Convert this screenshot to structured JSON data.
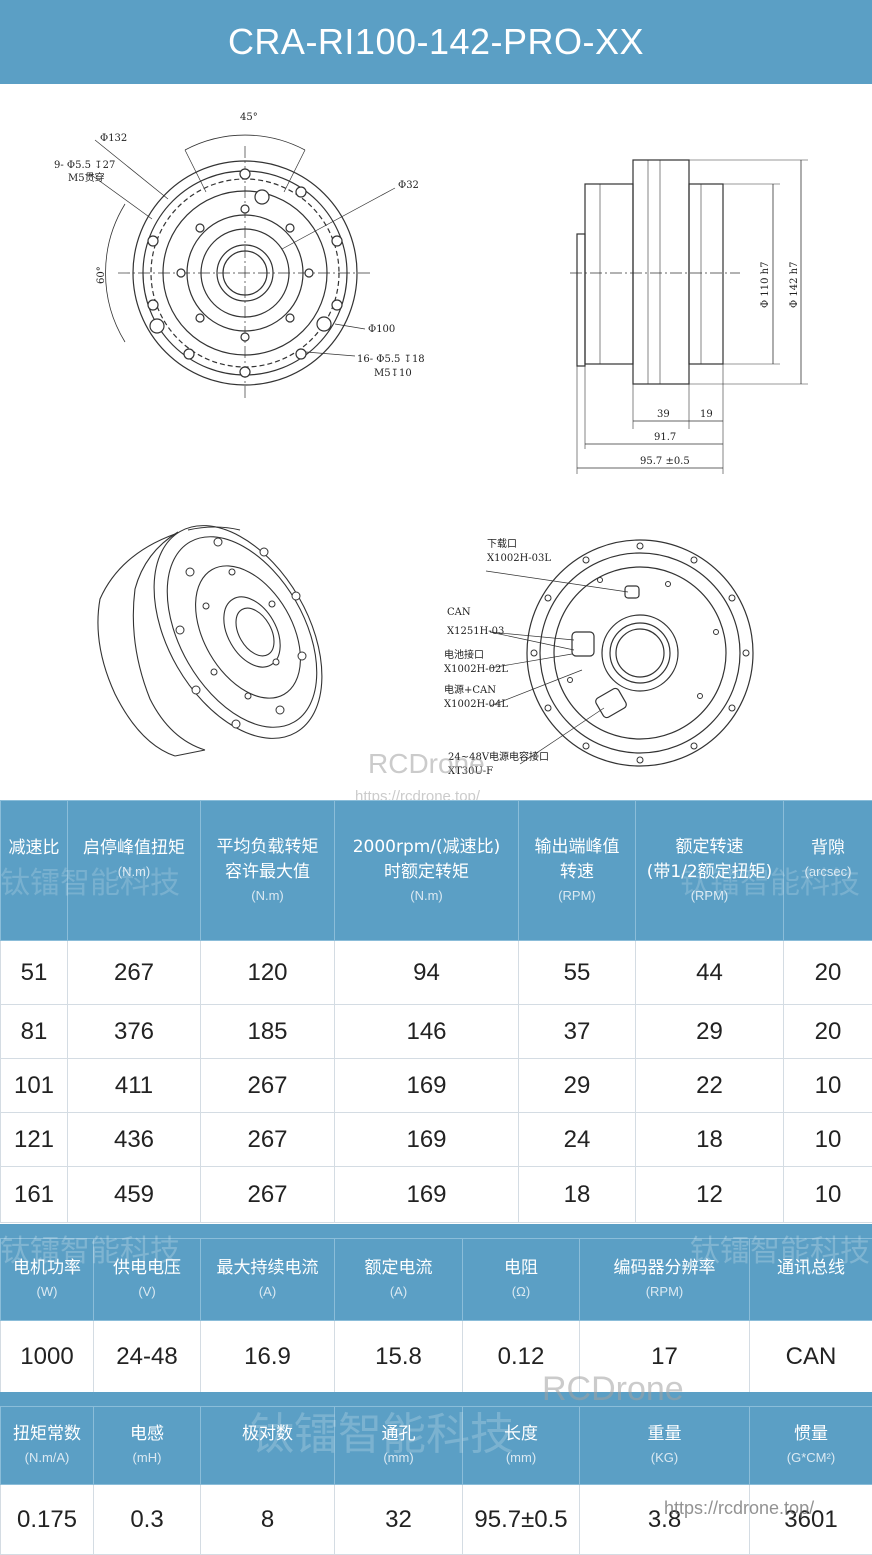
{
  "title": "CRA-RI100-142-PRO-XX",
  "drawing": {
    "front": {
      "d132": "Φ132",
      "holes_outer_1": "9- Φ5.5 ↧27",
      "holes_outer_2": "M5贯穿",
      "angle_top": "45°",
      "d32": "Φ32",
      "angle_left": "60°",
      "d100": "Φ100",
      "holes_inner_1": "16- Φ5.5 ↧18",
      "holes_inner_2": "M5↧10"
    },
    "side": {
      "d110": "Φ 110 h7",
      "d142": "Φ 142 h7",
      "dim39": "39",
      "dim19": "19",
      "dim917": "91.7",
      "dim957": "95.7 ±0.5"
    },
    "rear": {
      "download_1": "下载口",
      "download_2": "X1002H-03L",
      "can_1": "CAN",
      "can_2": "X1251H-03",
      "battery_1": "电池接口",
      "battery_2": "X1002H-02L",
      "power_1": "电源+CAN",
      "power_2": "X1002H-04L",
      "cap_1": "24~48V电源电容接口",
      "cap_2": "XT30U-F"
    }
  },
  "watermarks": {
    "brand": "RCDrone",
    "url": "https://rcdrone.top/",
    "company": "钛镭智能科技"
  },
  "table1": {
    "headers": [
      {
        "zh": "减速比",
        "unit": ""
      },
      {
        "zh": "启停峰值扭矩",
        "unit": "(N.m)"
      },
      {
        "zh": "平均负载转矩",
        "zh2": "容许最大值",
        "unit": "(N.m)"
      },
      {
        "zh": "2000rpm/(减速比)",
        "zh2": "时额定转矩",
        "unit": "(N.m)"
      },
      {
        "zh": "输出端峰值",
        "zh2": "转速",
        "unit": "(RPM)"
      },
      {
        "zh": "额定转速",
        "zh2": "(带1/2额定扭矩)",
        "unit": "(RPM)"
      },
      {
        "zh": "背隙",
        "unit": "(arcsec)"
      }
    ],
    "rows": [
      [
        "51",
        "267",
        "120",
        "94",
        "55",
        "44",
        "20"
      ],
      [
        "81",
        "376",
        "185",
        "146",
        "37",
        "29",
        "20"
      ],
      [
        "101",
        "411",
        "267",
        "169",
        "29",
        "22",
        "10"
      ],
      [
        "121",
        "436",
        "267",
        "169",
        "24",
        "18",
        "10"
      ],
      [
        "161",
        "459",
        "267",
        "169",
        "18",
        "12",
        "10"
      ]
    ]
  },
  "table2": {
    "headers": [
      {
        "zh": "电机功率",
        "unit": "(W)"
      },
      {
        "zh": "供电电压",
        "unit": "(V)"
      },
      {
        "zh": "最大持续电流",
        "unit": "(A)"
      },
      {
        "zh": "额定电流",
        "unit": "(A)"
      },
      {
        "zh": "电阻",
        "unit": "(Ω)"
      },
      {
        "zh": "编码器分辨率",
        "unit": "(RPM)"
      },
      {
        "zh": "通讯总线",
        "unit": ""
      }
    ],
    "rows": [
      [
        "1000",
        "24-48",
        "16.9",
        "15.8",
        "0.12",
        "17",
        "CAN"
      ]
    ]
  },
  "table3": {
    "headers": [
      {
        "zh": "扭矩常数",
        "unit": "(N.m/A)"
      },
      {
        "zh": "电感",
        "unit": "(mH)"
      },
      {
        "zh": "极对数",
        "unit": ""
      },
      {
        "zh": "通孔",
        "unit": "(mm)"
      },
      {
        "zh": "长度",
        "unit": "(mm)"
      },
      {
        "zh": "重量",
        "unit": "(KG)"
      },
      {
        "zh": "惯量",
        "unit": "(G*CM²)"
      }
    ],
    "rows": [
      [
        "0.175",
        "0.3",
        "8",
        "32",
        "95.7±0.5",
        "3.8",
        "3601"
      ]
    ]
  },
  "colors": {
    "header_bg": "#5b9fc5",
    "header_text": "#ffffff",
    "cell_text": "#222222"
  }
}
